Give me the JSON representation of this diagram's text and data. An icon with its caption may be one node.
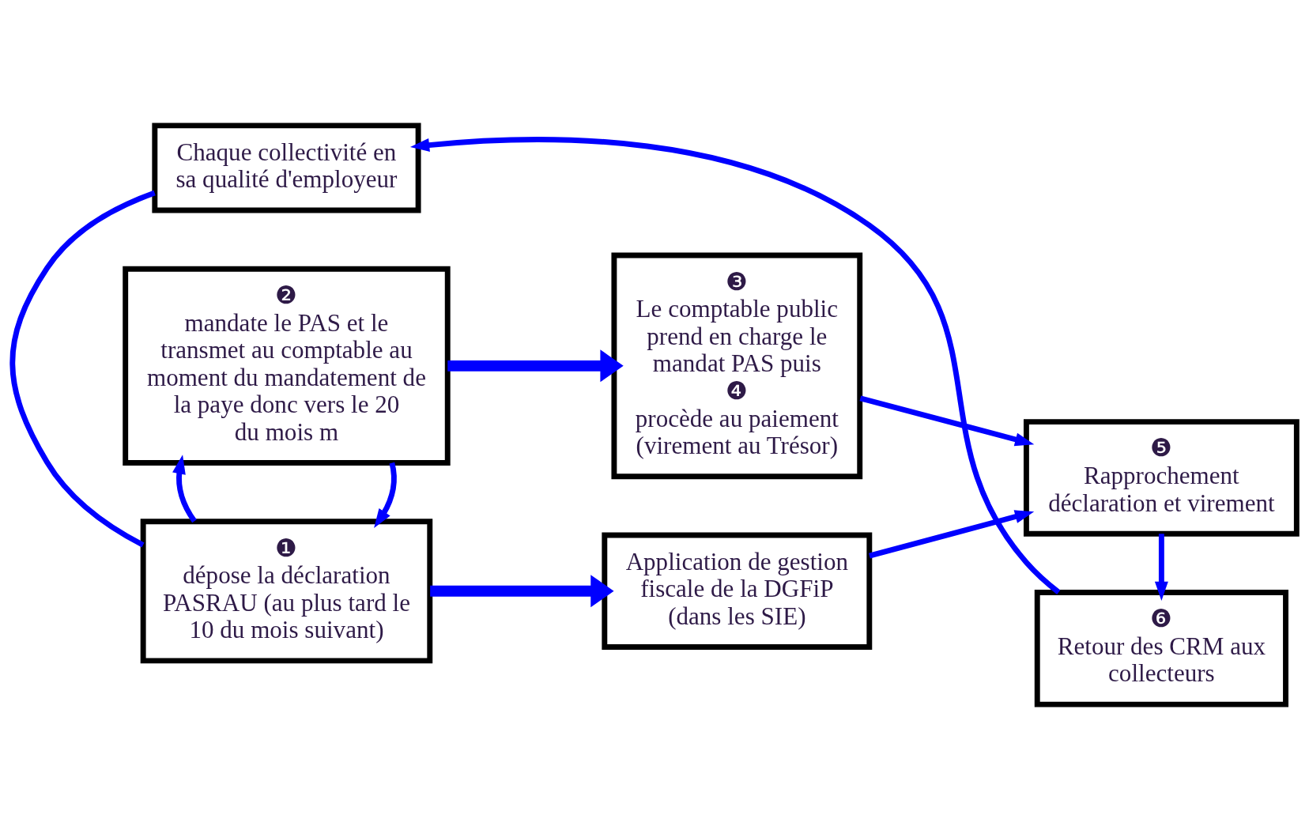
{
  "diagram": {
    "nodes": [
      {
        "text": [
          "Chaque collectivité en sa qualité d'employeur"
        ]
      },
      {
        "text": [
          "❶",
          "dépose la déclaration PASRAU (au plus tard le 10 du mois suivant)"
        ]
      },
      {
        "text": [
          "❷",
          "mandate le PAS et le transmet au comptable au moment du mandatement de la paye donc vers le 20 du mois m"
        ]
      },
      {
        "text": [
          "Application de gestion fiscale de la DGFiP",
          "(dans les SIE)"
        ]
      },
      {
        "text": [
          "❸",
          "Le comptable public prend en charge le mandat PAS puis",
          "❹",
          "procède au paiement (virement au Trésor)"
        ]
      },
      {
        "text": [
          "❺",
          "Rapprochement déclaration et virement"
        ]
      },
      {
        "text": [
          "❻",
          "Retour des CRM aux collecteurs"
        ]
      }
    ],
    "edges": [
      {
        "from": 0,
        "to": 1,
        "arrow": "none"
      },
      {
        "from": 2,
        "to": 1,
        "arrow": "to"
      },
      {
        "from": 1,
        "to": 2,
        "arrow": "to"
      },
      {
        "from": 1,
        "to": 3,
        "arrow": "to",
        "style": "thick"
      },
      {
        "from": 2,
        "to": 4,
        "arrow": "to",
        "style": "thick"
      },
      {
        "from": 3,
        "to": 5,
        "arrow": "to"
      },
      {
        "from": 4,
        "to": 5,
        "arrow": "to"
      },
      {
        "from": 5,
        "to": 6,
        "arrow": "to"
      },
      {
        "from": 6,
        "to": 0,
        "arrow": "to"
      }
    ]
  }
}
